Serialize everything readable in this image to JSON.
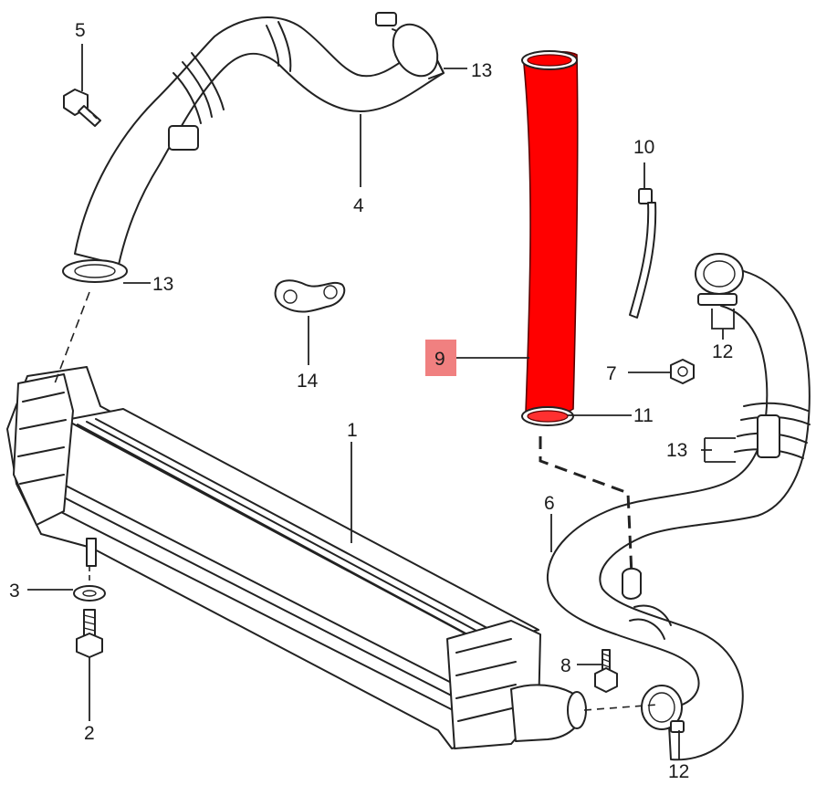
{
  "diagram": {
    "labels": {
      "p1": "1",
      "p2": "2",
      "p3": "3",
      "p4": "4",
      "p5": "5",
      "p6": "6",
      "p7": "7",
      "p8": "8",
      "p9": "9",
      "p10": "10",
      "p11": "11",
      "p12_top": "12",
      "p12_bottom": "12",
      "p13_top": "13",
      "p13_left": "13",
      "p13_right": "13",
      "p14": "14"
    },
    "highlighted_part": "9",
    "colors": {
      "highlight": "#ff0000",
      "label_box": "#f08080",
      "line": "#222222",
      "background": "#ffffff"
    }
  }
}
